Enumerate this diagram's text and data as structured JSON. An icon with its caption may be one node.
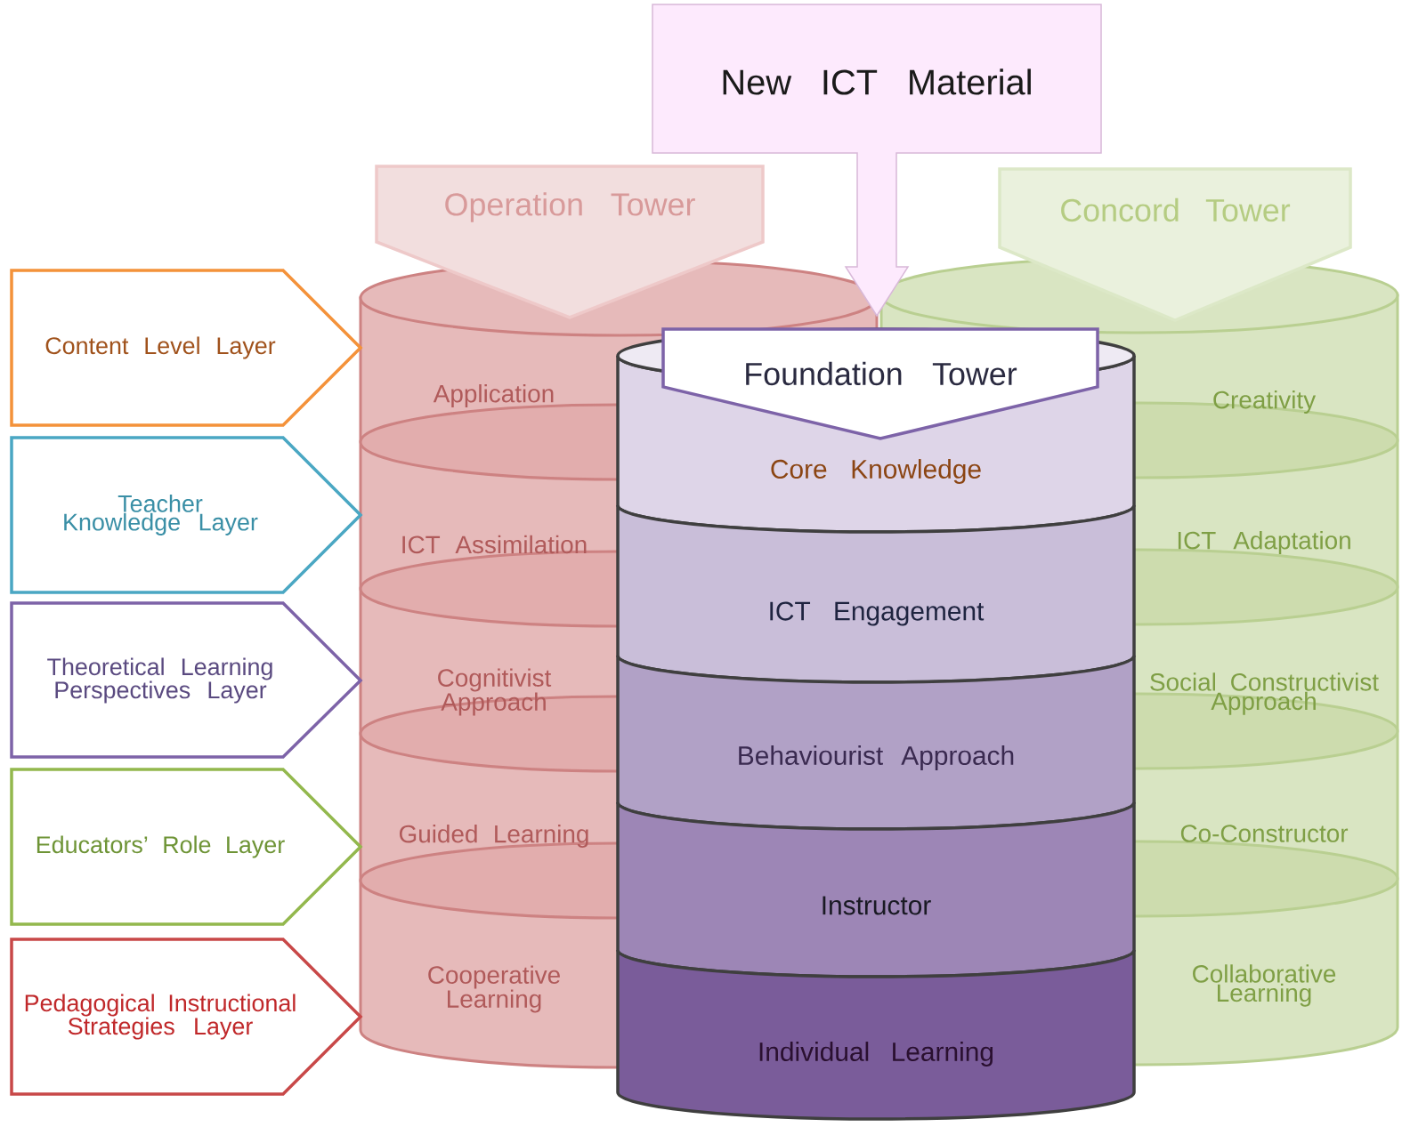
{
  "diagram": {
    "nodes": [
      {
        "text": [
          "New ICT Material"
        ]
      },
      {
        "text": [
          "Operation Tower"
        ]
      },
      {
        "text": [
          "Concord Tower"
        ]
      },
      {
        "text": [
          "Foundation Tower"
        ]
      },
      {
        "text": [
          "Content Level Layer"
        ]
      },
      {
        "text": [
          "Teacher Knowledge Layer"
        ]
      },
      {
        "text": [
          "Theoretical Learning Perspectives Layer"
        ]
      },
      {
        "text": [
          "Educators’ Role Layer"
        ]
      },
      {
        "text": [
          "Pedagogical Instructional Strategies Layer"
        ]
      },
      {
        "text": [
          "Application"
        ]
      },
      {
        "text": [
          "ICT Assimilation"
        ]
      },
      {
        "text": [
          "Cognitivist Approach"
        ]
      },
      {
        "text": [
          "Guided Learning"
        ]
      },
      {
        "text": [
          "Cooperative Learning"
        ]
      },
      {
        "text": [
          "Core Knowledge"
        ]
      },
      {
        "text": [
          "ICT Engagement"
        ]
      },
      {
        "text": [
          "Behaviourist Approach"
        ]
      },
      {
        "text": [
          "Instructor"
        ]
      },
      {
        "text": [
          "Individual Learning"
        ]
      },
      {
        "text": [
          "Creativity"
        ]
      },
      {
        "text": [
          "ICT Adaptation"
        ]
      },
      {
        "text": [
          "Social Constructivist Approach"
        ]
      },
      {
        "text": [
          "Co-Constructor"
        ]
      },
      {
        "text": [
          "Collaborative Learning"
        ]
      }
    ]
  }
}
